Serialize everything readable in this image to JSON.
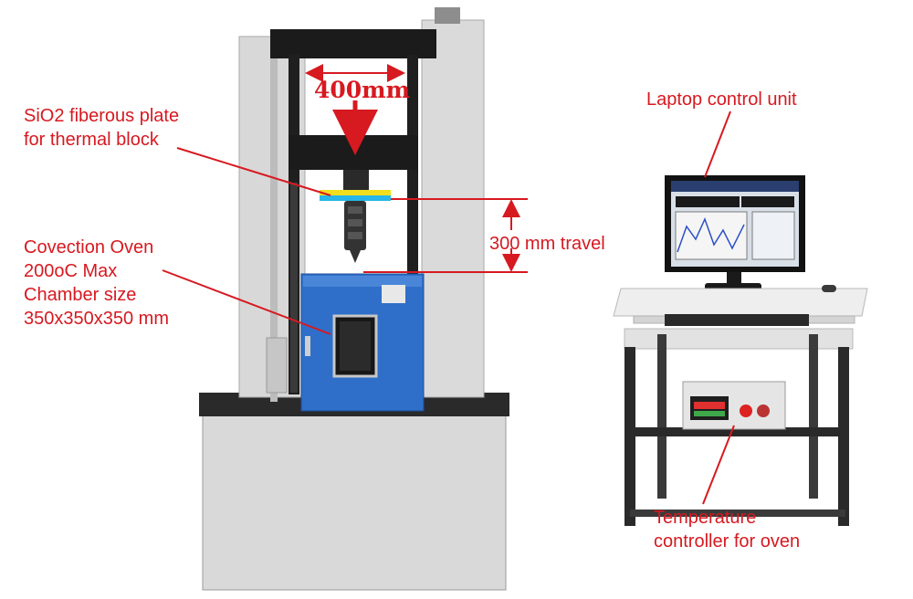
{
  "annotations": {
    "width_dimension": "400mm",
    "travel": "300 mm travel",
    "plate_line1": "SiO2 fiberous plate",
    "plate_line2": "for thermal block",
    "oven_line1": "Covection Oven",
    "oven_line2": "200oC Max",
    "oven_line3": "Chamber size",
    "oven_line4": "350x350x350 mm",
    "laptop": "Laptop control unit",
    "temp_line1": "Temperature",
    "temp_line2": "controller for oven"
  },
  "colors": {
    "annotation_red": "#d71920",
    "frame_black": "#1b1b1b",
    "column_gray": "#d7d7d7",
    "oven_blue": "#2f6fc9",
    "plate_blue": "#27b6e8",
    "plate_yellow": "#f1de1c"
  }
}
